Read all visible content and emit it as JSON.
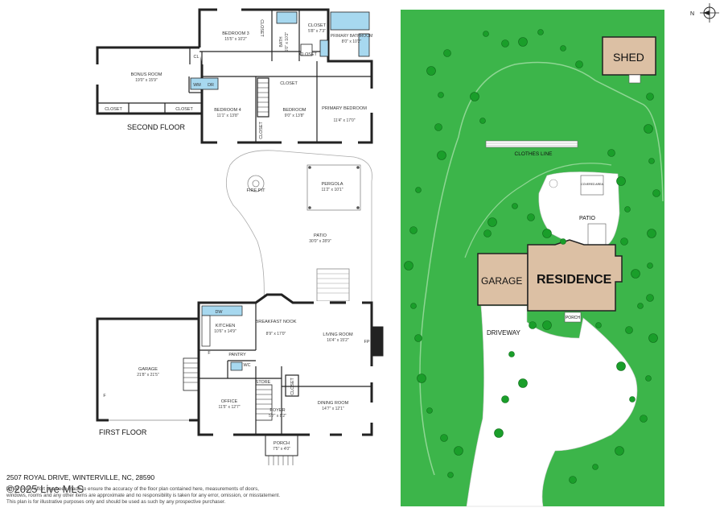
{
  "second_floor": {
    "title": "SECOND FLOOR",
    "rooms": [
      {
        "name": "BEDROOM 3",
        "dims": "15'5\" x 10'2\""
      },
      {
        "name": "BONUS ROOM",
        "dims": "19'0\" x 15'9\""
      },
      {
        "name": "BEDROOM 4",
        "dims": "11'1\" x 13'8\""
      },
      {
        "name": "BEDROOM",
        "dims": "9'0\" x 13'8\""
      },
      {
        "name": "PRIMARY BEDROOM",
        "dims": "11'4\" x 17'0\""
      },
      {
        "name": "PRIMARY BATHROOM",
        "dims": "8'0\" x 10'2\""
      },
      {
        "name": "BATH",
        "dims": "5'0\" x 10'2\""
      },
      {
        "name": "CLOSET",
        "dims": "5'8\" x 7'3\""
      }
    ],
    "labels": {
      "closet": "CLOSET",
      "cl": "CL",
      "wm": "WM",
      "dr": "DR"
    }
  },
  "first_floor": {
    "title": "FIRST FLOOR",
    "rooms": [
      {
        "name": "GARAGE",
        "dims": "21'8\" x 21'5\""
      },
      {
        "name": "KITCHEN",
        "dims": "10'6\" x 14'9\""
      },
      {
        "name": "BREAKFAST NOOK",
        "dims": "8'9\" x 17'0\""
      },
      {
        "name": "LIVING ROOM",
        "dims": "16'4\" x 15'2\""
      },
      {
        "name": "OFFICE",
        "dims": "11'5\" x 12'7\""
      },
      {
        "name": "FOYER",
        "dims": "5'7\" x 8'2\""
      },
      {
        "name": "DINING ROOM",
        "dims": "14'7\" x 12'1\""
      },
      {
        "name": "PORCH",
        "dims": "7'5\" x 4'0\""
      },
      {
        "name": "PATIO",
        "dims": "30'0\" x 28'9\""
      },
      {
        "name": "PERGOLA",
        "dims": "11'2\" x 10'1\""
      }
    ],
    "labels": {
      "fire_pit": "FIRE PIT",
      "dw": "DW",
      "wc": "WC",
      "store": "STORE",
      "pantry": "PANTRY",
      "fp": "FP",
      "f": "F",
      "closet": "CLOSET"
    }
  },
  "site_plan": {
    "shed": "SHED",
    "garage": "GARAGE",
    "residence": "RESIDENCE",
    "driveway": "DRIVEWAY",
    "porch": "PORCH",
    "patio": "PATIO",
    "clothes_line": "CLOTHES LINE",
    "covered_area": "COVERED AREA",
    "north": "N"
  },
  "colors": {
    "lawn": "#3cb54a",
    "lawn_light": "#8fd694",
    "tree": "#1a9e2a",
    "building": "#dcc0a4",
    "wall": "#222222",
    "water": "#a7d8ef"
  },
  "footer": {
    "address": "2507 ROYAL DRIVE, WINTERVILLE, NC, 28590",
    "copyright": "©2025 Live MLS",
    "disclaimer": [
      "While every effort has been made to ensure the accuracy of the floor plan contained here, measurements of doors,",
      "windows, rooms and any other items are approximate and no responsibility is taken for any error, omission, or misstatement.",
      "This plan is for illustrative purposes only and should be used as such by any prospective purchaser."
    ]
  }
}
